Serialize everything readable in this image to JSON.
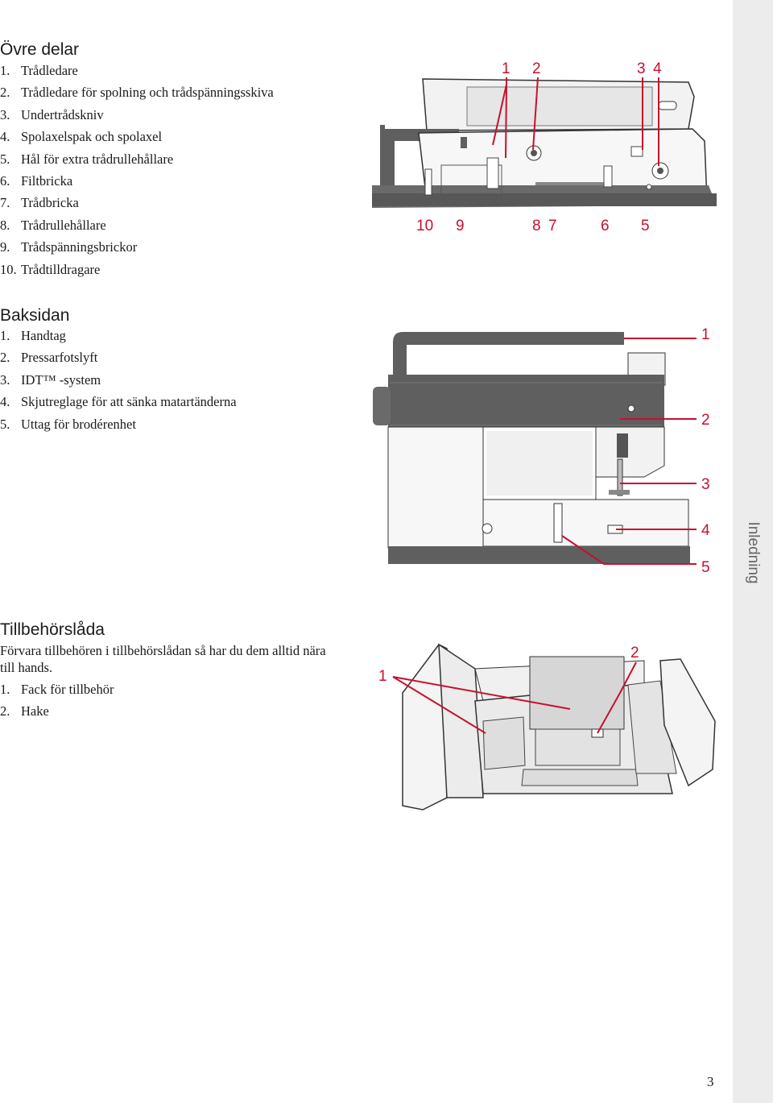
{
  "side_tab": "Inledning",
  "page_number": "3",
  "sections": {
    "upper": {
      "title": "Övre delar",
      "items": [
        {
          "num": "1.",
          "text": "Trådledare"
        },
        {
          "num": "2.",
          "text": "Trådledare för spolning och trådspänningsskiva"
        },
        {
          "num": "3.",
          "text": "Undertrådskniv"
        },
        {
          "num": "4.",
          "text": "Spolaxelspak och spolaxel"
        },
        {
          "num": "5.",
          "text": "Hål för extra trådrullehållare"
        },
        {
          "num": "6.",
          "text": "Filtbricka"
        },
        {
          "num": "7.",
          "text": "Trådbricka"
        },
        {
          "num": "8.",
          "text": "Trådrullehållare"
        },
        {
          "num": "9.",
          "text": "Trådspänningsbrickor"
        },
        {
          "num": "10.",
          "text": "Trådtilldragare"
        }
      ],
      "callouts": [
        "1",
        "2",
        "3",
        "4",
        "10",
        "9",
        "8",
        "7",
        "6",
        "5"
      ]
    },
    "back": {
      "title": "Baksidan",
      "items": [
        {
          "num": "1.",
          "text": "Handtag"
        },
        {
          "num": "2.",
          "text": "Pressarfotslyft"
        },
        {
          "num": "3.",
          "text": "IDT™ -system"
        },
        {
          "num": "4.",
          "text": "Skjutreglage för att sänka matartänderna"
        },
        {
          "num": "5.",
          "text": "Uttag för brodérenhet"
        }
      ],
      "callouts": [
        "1",
        "2",
        "3",
        "4",
        "5"
      ]
    },
    "accessory": {
      "title": "Tillbehörslåda",
      "intro": "Förvara tillbehören i tillbehörslådan så har du dem alltid nära till hands.",
      "items": [
        {
          "num": "1.",
          "text": "Fack för tillbehör"
        },
        {
          "num": "2.",
          "text": "Hake"
        }
      ],
      "callouts": [
        "1",
        "2"
      ]
    }
  },
  "colors": {
    "callout": "#c8102e",
    "machine_dark": "#5f5f5f",
    "machine_light": "#f4f4f4",
    "line": "#333333"
  }
}
